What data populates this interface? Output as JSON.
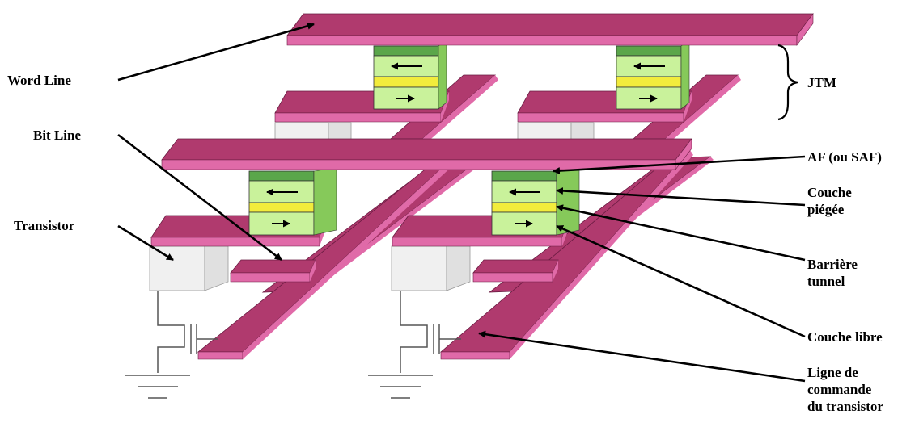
{
  "labels": {
    "word_line": "Word Line",
    "bit_line": "Bit Line",
    "transistor": "Transistor",
    "jtm": "JTM",
    "af": "AF (ou SAF)",
    "couche_piegee": "Couche\npiégée",
    "barriere_tunnel": "Barrière\ntunnel",
    "couche_libre": "Couche libre",
    "ligne_commande": "Ligne de\ncommande\ndu transistor"
  },
  "icons": {
    "pinned_layer_arrow": "left-arrow",
    "free_layer_arrow": "right-arrow",
    "ground": "ground-symbol"
  },
  "colors": {
    "line_top": "#b03a6e",
    "line_side": "#e06aa8",
    "af_layer": "#5aa64a",
    "magnetic_layer": "#c9f29b",
    "barrier": "#f2ec3c",
    "transistor_front": "#f0f0f0",
    "transistor_side": "#e0e0e0"
  }
}
